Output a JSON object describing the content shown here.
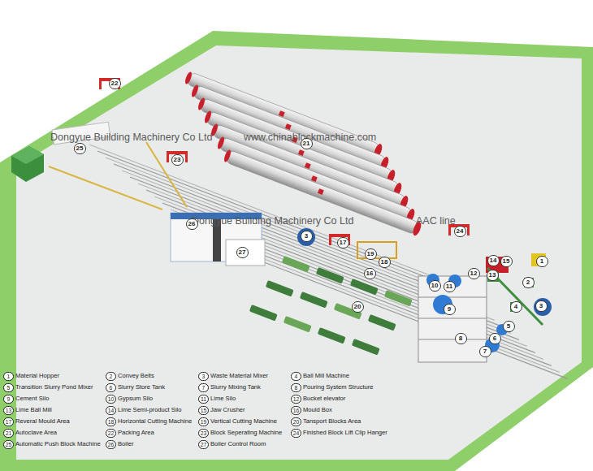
{
  "diagram": {
    "labels": [
      "Dongyue Building Machinery Co Ltd",
      "www.chinablockmachine.com",
      "Dongyue Building Machinery Co Ltd",
      "AAC line",
      "22",
      "25",
      "23",
      "21",
      "26",
      "27",
      "3",
      "17",
      "19",
      "18",
      "16",
      "20",
      "24",
      "12",
      "14",
      "15",
      "1",
      "13",
      "10",
      "11",
      "2",
      "9",
      "4",
      "3",
      "8",
      "5",
      "6",
      "7",
      "1",
      "2",
      "3",
      "4",
      "5",
      "6",
      "7",
      "8",
      "9",
      "10",
      "11",
      "12",
      "13",
      "14",
      "15",
      "16",
      "17",
      "18",
      "19",
      "20",
      "21",
      "22",
      "23",
      "24",
      "25",
      "26",
      "27"
    ],
    "legend": [
      {
        "text": "Material Hopper"
      },
      {
        "text": "Convey Belts"
      },
      {
        "text": "Waste Material Mixer"
      },
      {
        "text": "Ball Mill Machine"
      },
      {
        "text": "Transition Slurry Pond Mixer"
      },
      {
        "text": "Slurry Store Tank"
      },
      {
        "text": "Slurry Mixing Tank"
      },
      {
        "text": "Pouring System Structure"
      },
      {
        "text": "Cement Silo"
      },
      {
        "text": "Gypsum Silo"
      },
      {
        "text": "Lime Silo"
      },
      {
        "text": "Bucket elevator"
      },
      {
        "text": "Lime Ball Mill"
      },
      {
        "text": "Lime Semi-product Silo"
      },
      {
        "text": "Jaw Crusher"
      },
      {
        "text": "Mould Box"
      },
      {
        "text": "Reveral Mould Area"
      },
      {
        "text": "Horizontal Cutting Machine"
      },
      {
        "text": "Vertical Cutting Machine"
      },
      {
        "text": "Tansport Blocks Area"
      },
      {
        "text": "Autoclave Area"
      },
      {
        "text": "Packing Area"
      },
      {
        "text": "Block Seperating Machine"
      },
      {
        "text": "Finished Block Lift Clip Hanger"
      },
      {
        "text": "Automatic Push Block Machine"
      },
      {
        "text": "Boiler"
      },
      {
        "text": "Boiler Control Room"
      }
    ]
  }
}
